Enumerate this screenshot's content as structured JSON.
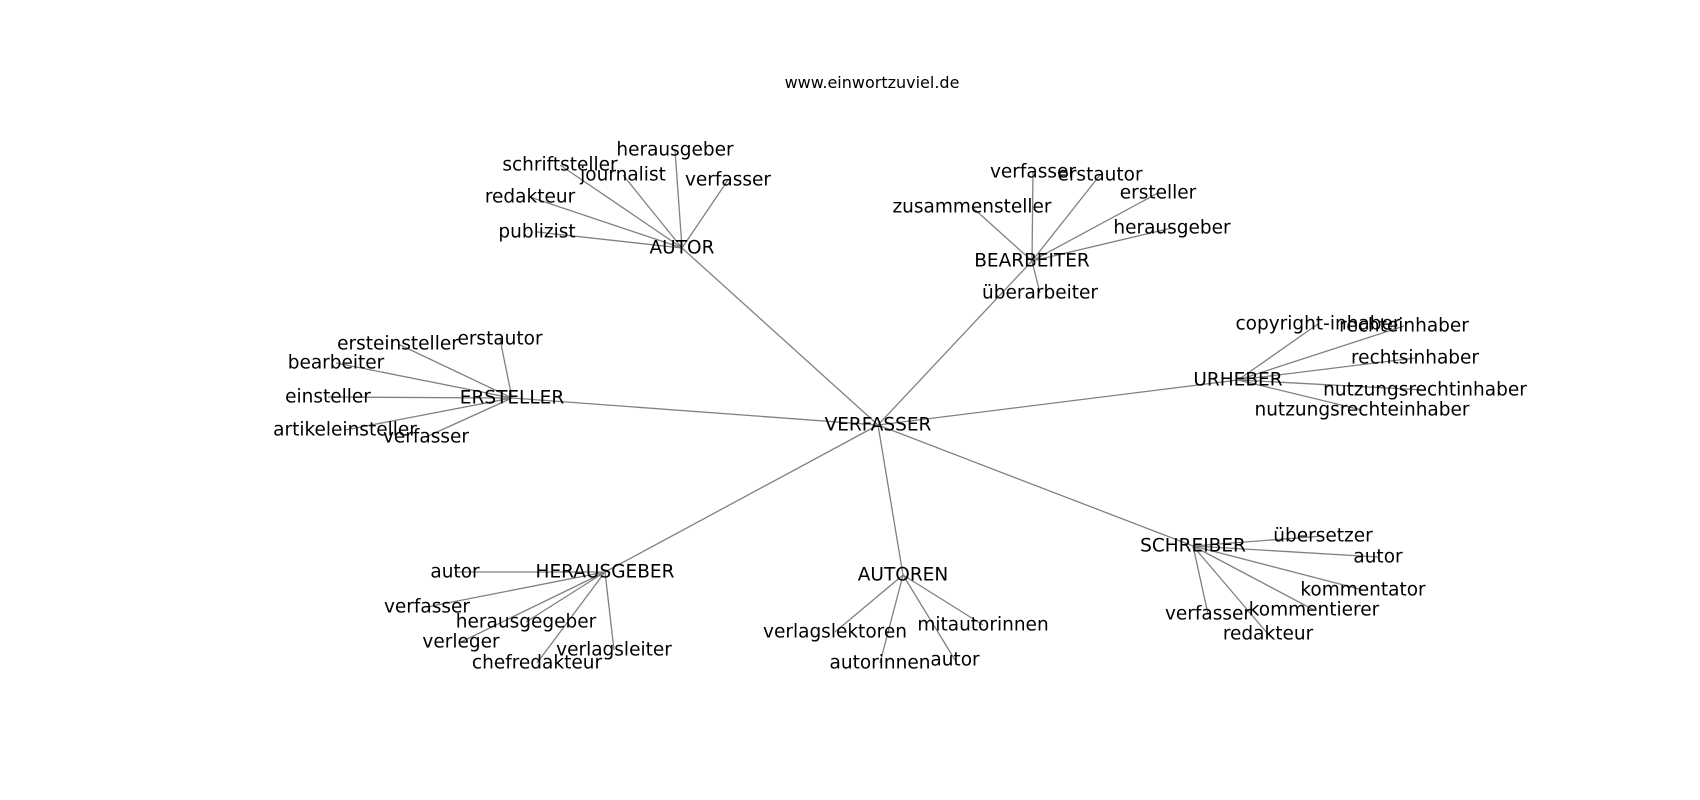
{
  "title": "www.einwortzuviel.de",
  "graph": {
    "root": "VERFASSER",
    "groups": [
      {
        "label": "AUTOR",
        "children": [
          "schriftsteller",
          "herausgeber",
          "journalist",
          "verfasser",
          "redakteur",
          "publizist"
        ]
      },
      {
        "label": "BEARBEITER",
        "children": [
          "verfasser",
          "erstautor",
          "zusammensteller",
          "ersteller",
          "herausgeber",
          "überarbeiter"
        ]
      },
      {
        "label": "ERSTELLER",
        "children": [
          "ersteinsteller",
          "erstautor",
          "bearbeiter",
          "einsteller",
          "artikeleinsteller",
          "verfasser"
        ]
      },
      {
        "label": "URHEBER",
        "children": [
          "copyright-inhaber",
          "rechteinhaber",
          "rechtsinhaber",
          "nutzungsrechtinhaber",
          "nutzungsrechteinhaber"
        ]
      },
      {
        "label": "HERAUSGEBER",
        "children": [
          "autor",
          "verfasser",
          "herausgegeber",
          "verleger",
          "verlagsleiter",
          "chefredakteur"
        ]
      },
      {
        "label": "AUTOREN",
        "children": [
          "verlagslektoren",
          "mitautorinnen",
          "autor",
          "autorinnen"
        ]
      },
      {
        "label": "SCHREIBER",
        "children": [
          "übersetzer",
          "autor",
          "kommentator",
          "kommentierer",
          "verfasser",
          "redakteur"
        ]
      }
    ]
  }
}
